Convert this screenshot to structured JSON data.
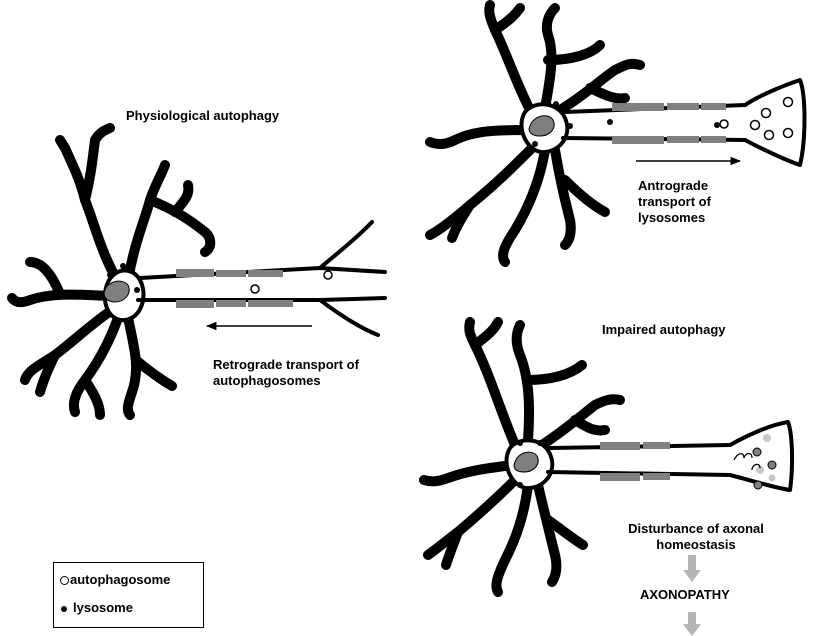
{
  "titles": {
    "physiological": "Physiological autophagy",
    "impaired": "Impaired autophagy"
  },
  "captions": {
    "anterograde": [
      "Antrograde",
      "transport of",
      "lysosomes"
    ],
    "retrograde": [
      "Retrograde transport of",
      "autophagosomes"
    ],
    "disturbance": [
      "Disturbance of axonal",
      "homeostasis"
    ],
    "axonopathy": "AXONOPATHY"
  },
  "legend": {
    "autophagosome": "autophagosome",
    "lysosome": "lysosome"
  },
  "colors": {
    "outline": "#000000",
    "nucleus": "#7f7f7f",
    "microtubule": "#808080",
    "impaired_vesicle_dark": "#808080",
    "impaired_vesicle_light": "#c8c8c8",
    "flow_arrow": "#b4b4b4"
  }
}
